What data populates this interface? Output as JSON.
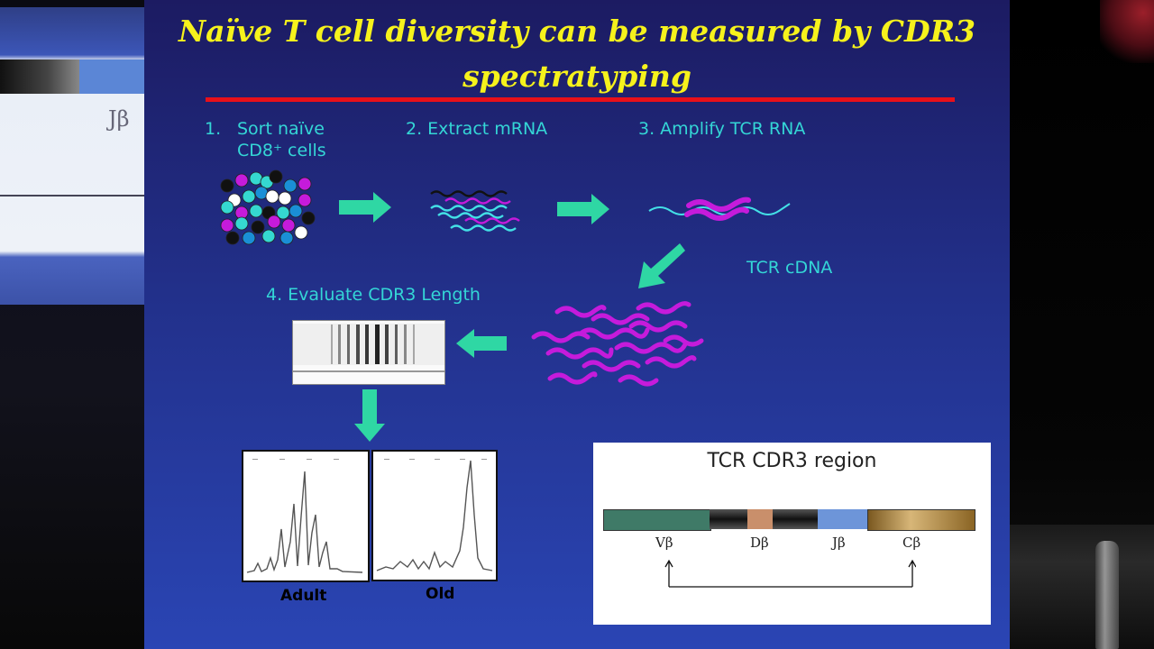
{
  "slide": {
    "title_line1": "Naïve T cell diversity can be measured by CDR3",
    "title_line2": "spectratyping",
    "step1_number": "1.",
    "step1_line1": "Sort naïve",
    "step1_line2": "CD8⁺ cells",
    "step2": "2. Extract mRNA",
    "step3": "3. Amplify TCR RNA",
    "tcr_cdna": "TCR cDNA",
    "step4": "4. Evaluate CDR3 Length",
    "adult_label": "Adult",
    "old_label": "Old",
    "cdr3_title": "TCR CDR3 region",
    "gene_labels": [
      "Vβ",
      "Dβ",
      "Jβ",
      "Cβ"
    ]
  },
  "background": {
    "left_screen_text": "Jβ"
  },
  "colors": {
    "title": "#f6f21c",
    "rule": "#e8101a",
    "step_text": "#34d6d6",
    "arrow": "#2fd7a4",
    "magenta": "#c51bdb",
    "cyan": "#43e0e6"
  },
  "icons": {
    "cells": "cell-cluster-icon",
    "mrna": "mrna-strands-icon",
    "rna": "amplified-rna-icon",
    "cdna": "cdna-strands-icon",
    "gel": "gel-band-icon"
  }
}
